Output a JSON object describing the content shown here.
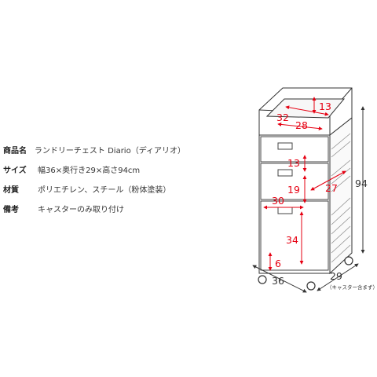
{
  "specs": [
    {
      "label": "商品名",
      "value": "ランドリーチェスト Diario（ディアリオ）"
    },
    {
      "label": "サイズ",
      "value": "幅36×奥行き29×高さ94cm"
    },
    {
      "label": "材質",
      "value": "ポリエチレン、スチール（粉体塗装）"
    },
    {
      "label": "備考",
      "value": "キャスターのみ取り付け"
    }
  ],
  "dimensions": {
    "inner_top_width": "32",
    "inner_top_depth": "28",
    "tray_height": "13",
    "drawer1_height": "13",
    "drawer2_height": "19",
    "drawer_depth": "27",
    "drawer3_width": "30",
    "drawer3_height": "34",
    "caster_clearance": "6",
    "total_height": "94",
    "total_width": "36",
    "total_depth": "29",
    "depth_note": "（キャスター含まず）"
  },
  "colors": {
    "dimension": "#e60012",
    "outline": "#333333",
    "drawer": "#444444"
  }
}
